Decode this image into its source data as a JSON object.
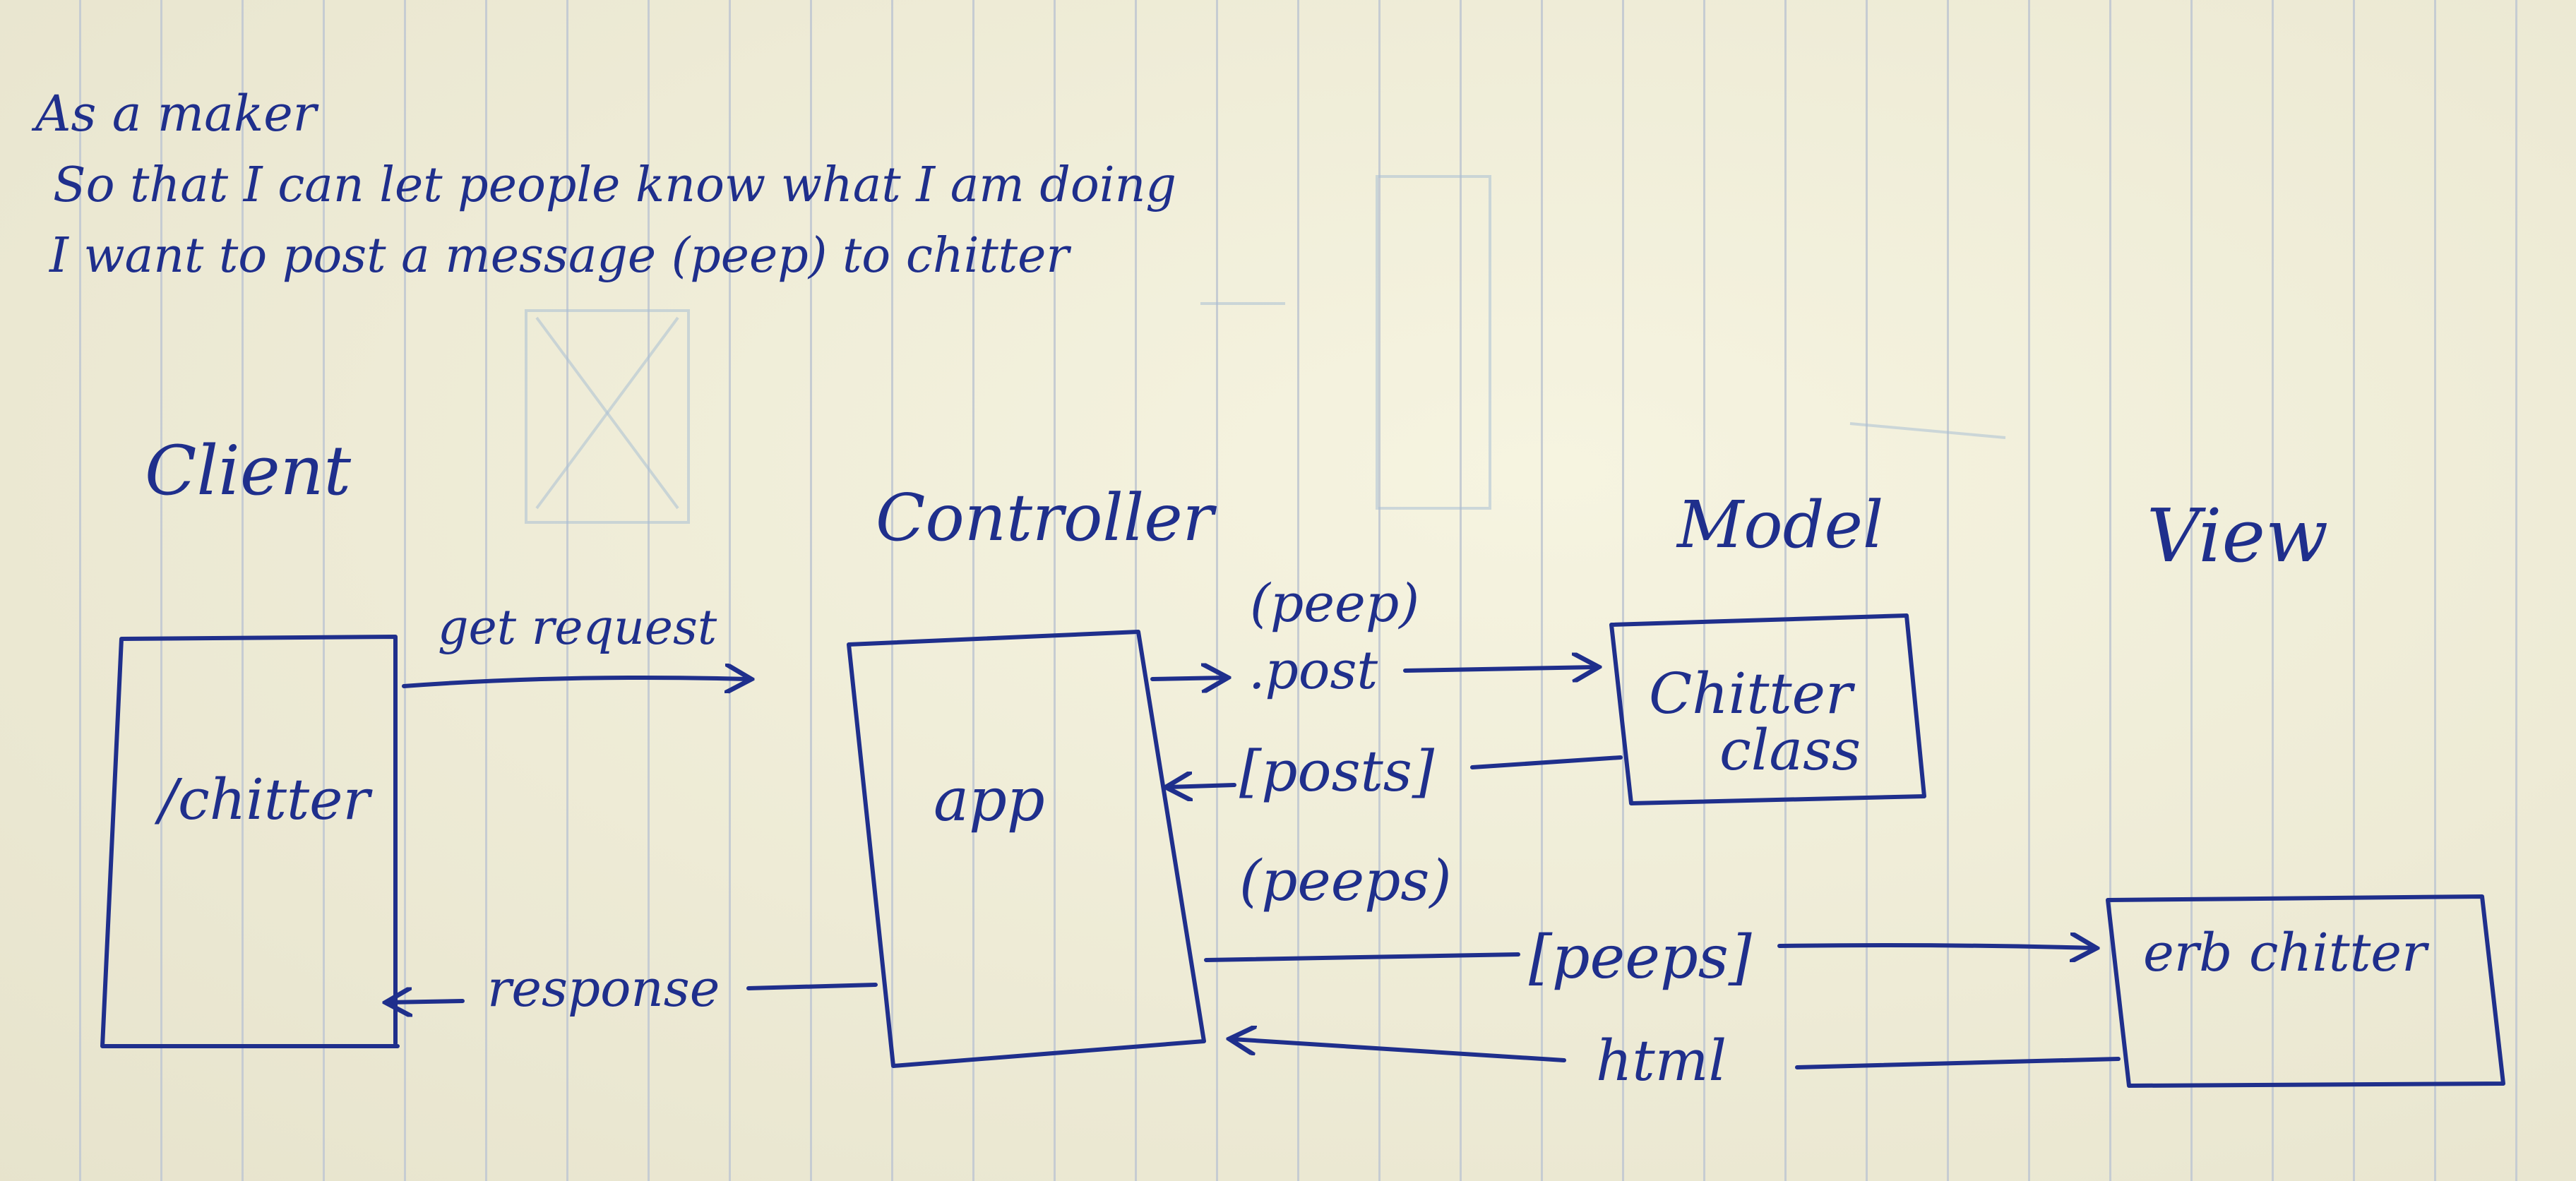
{
  "story": {
    "line1": "As a maker",
    "line2": "So that I can let people know what I am doing",
    "line3": "I want to post a message (peep) to chitter"
  },
  "columns": {
    "client": "Client",
    "controller": "Controller",
    "model": "Model",
    "view": "View"
  },
  "boxes": {
    "client": "/chitter",
    "controller": "app",
    "model_line1": "Chitter",
    "model_line2": "class",
    "view": "erb chitter"
  },
  "arrows": {
    "get_request": "get request",
    "response": "response",
    "post_arg": "(peep)",
    "post": ".post",
    "posts": "[posts]",
    "posts_alias": "(peeps)",
    "peeps": "[peeps]",
    "html": "html"
  },
  "colors": {
    "ink": "#1f2f8c",
    "paper": "#f1eed8",
    "rule_line": "#c6ccd2"
  }
}
